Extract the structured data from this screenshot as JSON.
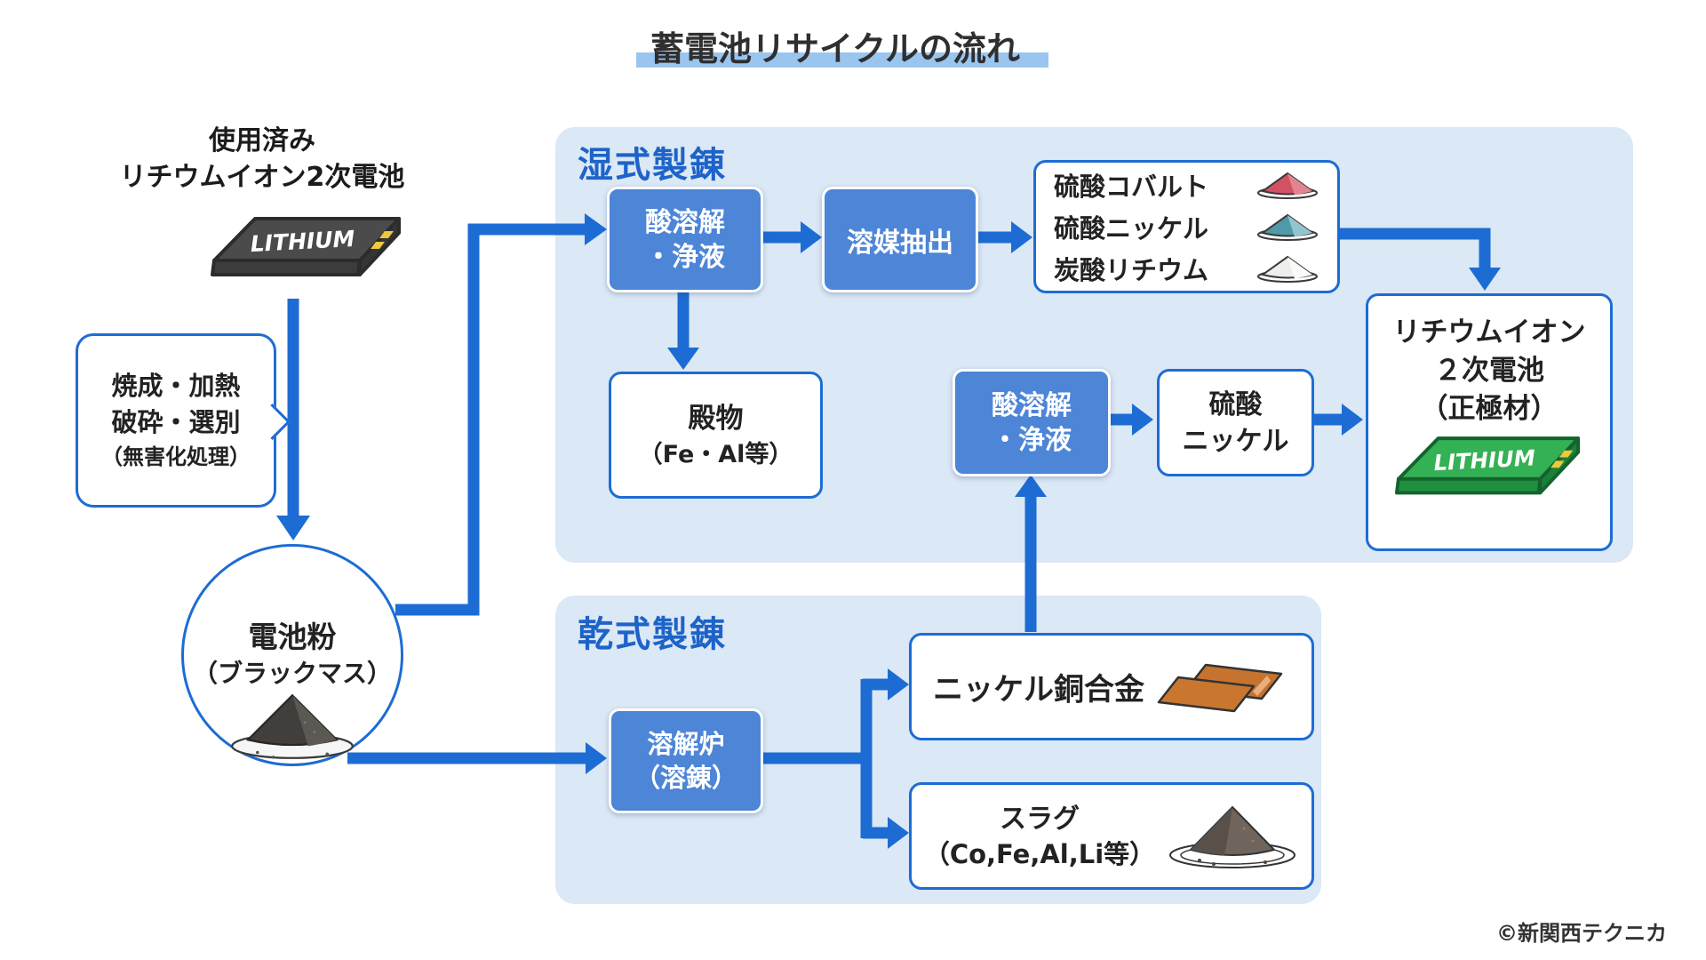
{
  "title": "蓄電池リサイクルの流れ",
  "copyright": "©新関西テクニカ",
  "panels": {
    "wet": {
      "label": "湿式製錬"
    },
    "dry": {
      "label": "乾式製錬"
    }
  },
  "nodes": {
    "used_battery": {
      "line1": "使用済み",
      "line2": "リチウムイオン2次電池",
      "battery_text": "LITHIUM"
    },
    "pretreatment": {
      "line1": "焼成・加熱",
      "line2": "破砕・選別",
      "line3": "（無害化処理）"
    },
    "black_mass": {
      "line1": "電池粉",
      "line2": "（ブラックマス）"
    },
    "acid_dissolution_1": {
      "line1": "酸溶解",
      "line2": "・浄液"
    },
    "solvent_extraction": {
      "label": "溶媒抽出"
    },
    "products": {
      "items": [
        {
          "label": "硫酸コバルト",
          "icon": "powder-pile-icon",
          "color": "#d25163",
          "color_light": "#e28490"
        },
        {
          "label": "硫酸ニッケル",
          "icon": "powder-pile-icon",
          "color": "#4f99a8",
          "color_light": "#93c4cd"
        },
        {
          "label": "炭酸リチウム",
          "icon": "powder-pile-icon",
          "color": "#efeeec",
          "color_light": "#fafaf8"
        }
      ]
    },
    "sediment": {
      "line1": "殿物",
      "line2": "（Fe・Al等）"
    },
    "acid_dissolution_2": {
      "line1": "酸溶解",
      "line2": "・浄液"
    },
    "nickel_sulfate": {
      "line1": "硫酸",
      "line2": "ニッケル"
    },
    "cathode_battery": {
      "line1": "リチウムイオン",
      "line2": "２次電池",
      "line3": "（正極材）",
      "battery_text": "LITHIUM"
    },
    "melting_furnace": {
      "line1": "溶解炉",
      "line2": "（溶錬）"
    },
    "nickel_copper_alloy": {
      "label": "ニッケル銅合金",
      "icon": "copper-plates-icon"
    },
    "slag": {
      "line1": "スラグ",
      "line2": "（Co,Fe,Al,Li等）",
      "icon": "slag-pile-icon"
    }
  },
  "colors": {
    "arrow_blue": "#1d6cd4",
    "box_blue": "#4d85d7",
    "panel_blue": "#dbe8f5",
    "label_blue": "#1e63c8",
    "title_underline": "#9ac5ef"
  }
}
